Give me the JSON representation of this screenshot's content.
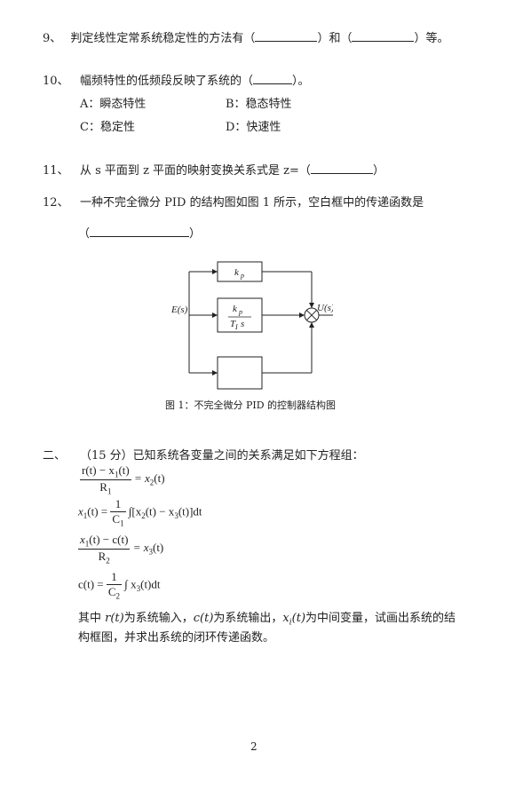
{
  "q9": {
    "num": "9、",
    "text_a": "判定线性定常系统稳定性的方法有（",
    "text_b": "）和（",
    "text_c": "）等。"
  },
  "q10": {
    "num": "10、",
    "text": "幅频特性的低频段反映了系统的（",
    "text_end": "）。",
    "options": [
      "A：瞬态特性",
      "B：稳态特性",
      "C：稳定性",
      "D：快速性"
    ]
  },
  "q11": {
    "num": "11、",
    "text": "从 s 平面到 z 平面的映射变换关系式是 z=（",
    "text_end": "）"
  },
  "q12": {
    "num": "12、",
    "text": "一种不完全微分 PID 的结构图如图 1 所示，空白框中的传递函数是",
    "paren_open": "（",
    "paren_close": "）"
  },
  "figure": {
    "input_label": "E(s)",
    "output_label": "U(s)",
    "kp_label": "k",
    "kp_sub": "p",
    "ki_num": "k",
    "ki_num_sub": "p",
    "ki_den": "T",
    "ki_den_sub": "I",
    "ki_den_s": "s",
    "caption": "图 1：不完全微分 PID 的控制器结构图"
  },
  "part2": {
    "num": "二、",
    "intro": "（15 分）已知系统各变量之间的关系满足如下方程组：",
    "eq1": {
      "num": "r(t) − x",
      "num_sub": "1",
      "num_end": "(t)",
      "den": "R",
      "den_sub": "1",
      "rhs": "= x",
      "rhs_sub": "2",
      "rhs_end": "(t)"
    },
    "eq2": {
      "lhs": "x",
      "lhs_sub": "1",
      "lhs_end": "(t) =",
      "num": "1",
      "den": "C",
      "den_sub": "1",
      "body": "∫[x",
      "b_sub1": "2",
      "b_mid": "(t) − x",
      "b_sub2": "3",
      "b_end": "(t)]dt"
    },
    "eq3": {
      "num": "x",
      "num_sub": "1",
      "num_end": "(t) − c(t)",
      "den": "R",
      "den_sub": "2",
      "rhs": "= x",
      "rhs_sub": "3",
      "rhs_end": "(t)"
    },
    "eq4": {
      "lhs": "c(t) =",
      "num": "1",
      "den": "C",
      "den_sub": "2",
      "body": "∫ x",
      "b_sub": "3",
      "b_end": "(t)dt"
    },
    "desc1_a": "其中 ",
    "desc1_rt": "r(t)",
    "desc1_b": "为系统输入，",
    "desc1_ct": "c(t)",
    "desc1_c": "为系统输出，",
    "desc1_x": "x",
    "desc1_xsub": "i",
    "desc1_xend": "(t)",
    "desc1_d": "为中间变量，试画出系统的结",
    "desc2": "构框图，并求出系统的闭环传递函数。"
  },
  "page_number": "2"
}
